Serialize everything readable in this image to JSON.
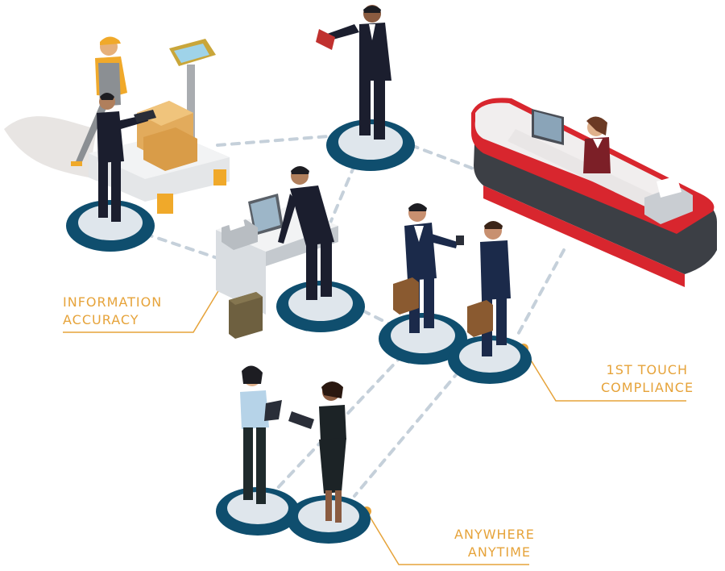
{
  "callouts": {
    "information_accuracy": {
      "line1": "INFORMATION",
      "line2": "ACCURACY"
    },
    "first_touch": {
      "line1": "1ST TOUCH",
      "line2": "COMPLIANCE"
    },
    "anywhere": {
      "line1": "ANYWHERE",
      "line2": "ANYTIME"
    }
  },
  "colors": {
    "accent": "#e6a33a",
    "platform_ring": "#0f4e6e",
    "platform_top": "#dfe6ec",
    "connector": "#c5d0da",
    "suit": "#1b1e2e",
    "reception_red": "#d8262e"
  }
}
